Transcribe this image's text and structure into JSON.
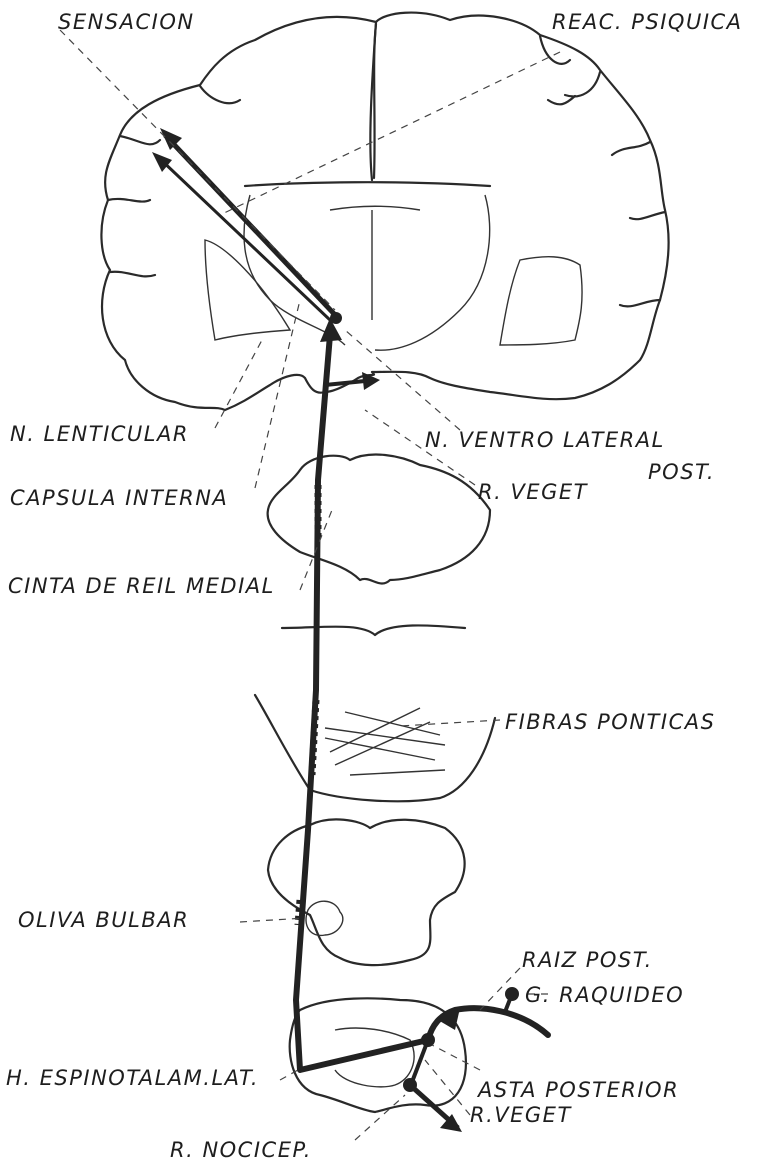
{
  "labels": {
    "sensacion": "SENSACION",
    "reac_psiquica": "REAC. PSIQUICA",
    "n_lenticular": "N. LENTICULAR",
    "n_ventro_lateral": "N. VENTRO LATERAL",
    "post": "POST.",
    "capsula_interna": "CAPSULA INTERNA",
    "r_veget_top": "R. VEGET",
    "cinta_de_reil": "CINTA DE REIL MEDIAL",
    "fibras_ponticas": "FIBRAS PONTICAS",
    "oliva_bulbar": "OLIVA BULBAR",
    "raiz_post": "RAIZ POST.",
    "g_raquideo": "G. RAQUIDEO",
    "h_espinotalam": "H. ESPINOTALAM.LAT.",
    "asta_posterior": "ASTA POSTERIOR",
    "r_veget_bottom": "R.VEGET",
    "r_nocicep": "R. NOCICEP."
  }
}
